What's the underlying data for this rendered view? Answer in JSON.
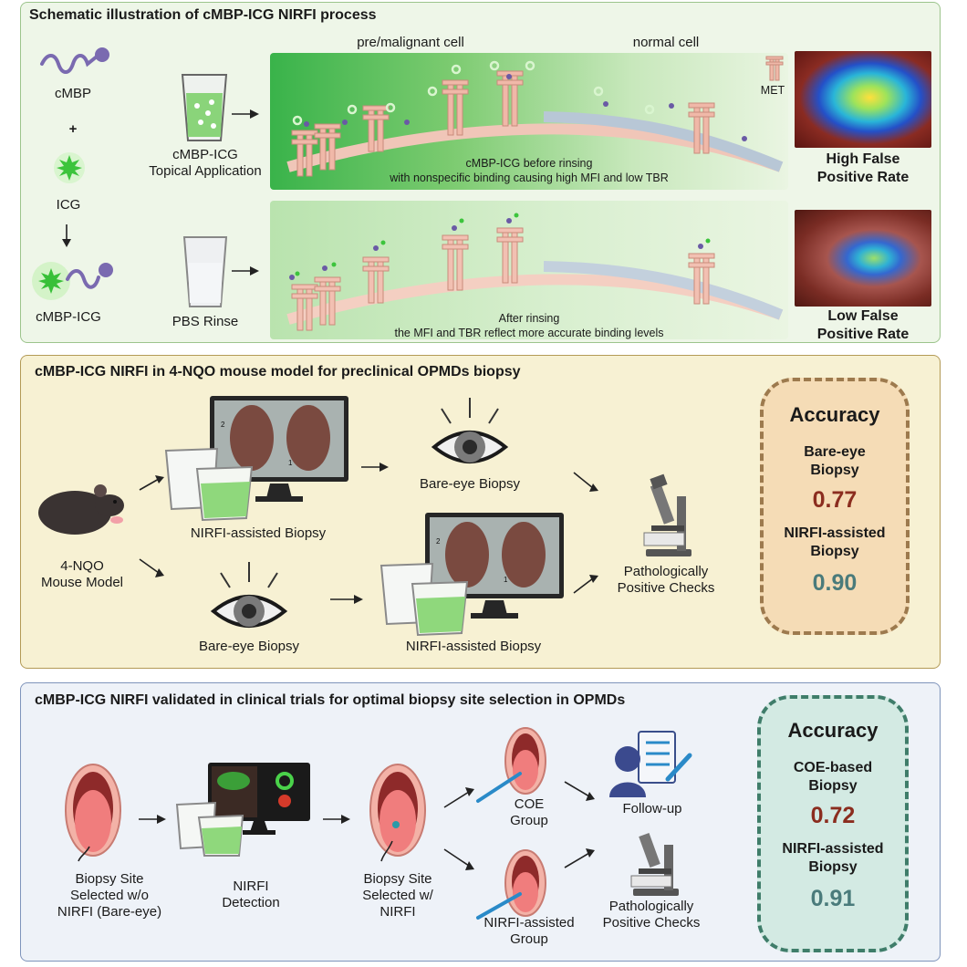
{
  "panel1": {
    "title": "Schematic illustration of cMBP-ICG NIRFI process",
    "cmbp": "cMBP",
    "plus": "+",
    "icg": "ICG",
    "cmbp_icg": "cMBP-ICG",
    "topical": "cMBP-ICG\nTopical Application",
    "pbs": "PBS Rinse",
    "premalignant": "pre/malignant cell",
    "normal": "normal cell",
    "met": "MET",
    "before_rinse": "cMBP-ICG before rinsing\nwith nonspecific binding causing high MFI and low TBR",
    "after_rinse": "After rinsing\nthe MFI and TBR reflect more accurate binding levels",
    "high_fp": "High False\nPositive Rate",
    "low_fp": "Low False\nPositive Rate"
  },
  "panel2": {
    "title": "cMBP-ICG NIRFI in 4-NQO mouse model for preclinical OPMDs biopsy",
    "mouse": "4-NQO\nMouse Model",
    "nirfi_biopsy_top": "NIRFI-assisted Biopsy",
    "bare_eye_top": "Bare-eye Biopsy",
    "bare_eye_bottom": "Bare-eye Biopsy",
    "nirfi_biopsy_bottom": "NIRFI-assisted Biopsy",
    "patho": "Pathologically\nPositive Checks",
    "screen_marks": [
      "2",
      "1"
    ],
    "accuracy": {
      "title": "Accuracy",
      "label1": "Bare-eye\nBiopsy",
      "value1": "0.77",
      "label2": "NIRFI-assisted\nBiopsy",
      "value2": "0.90"
    }
  },
  "panel3": {
    "title": "cMBP-ICG NIRFI validated in clinical trials for optimal biopsy site selection in OPMDs",
    "site_wo": "Biopsy Site\nSelected w/o\nNIRFI (Bare-eye)",
    "nirfi_detection": "NIRFI\nDetection",
    "site_w": "Biopsy Site\nSelected w/\nNIRFI",
    "coe_group": "COE\nGroup",
    "nirfi_group": "NIRFI-assisted\nGroup",
    "followup": "Follow-up",
    "patho": "Pathologically\nPositive Checks",
    "accuracy": {
      "title": "Accuracy",
      "label1": "COE-based\nBiopsy",
      "value1": "0.72",
      "label2": "NIRFI-assisted\nBiopsy",
      "value2": "0.91"
    }
  },
  "colors": {
    "value_red": "#8b2d1f",
    "value_teal": "#4a7b7b",
    "panel2_border": "#9d7a4e",
    "panel3_border": "#3f7d6a"
  }
}
